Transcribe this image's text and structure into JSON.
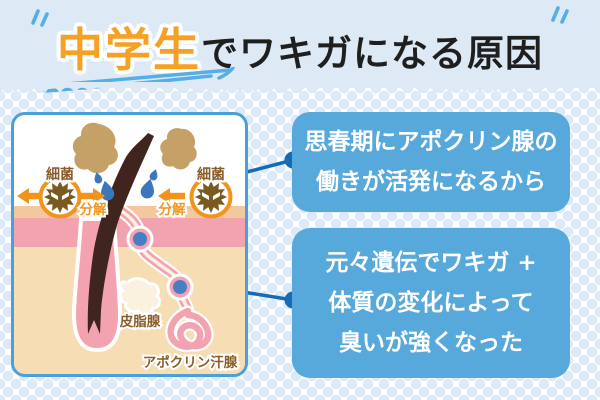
{
  "title": {
    "highlight": "中学生",
    "rest": "でワキガになる原因"
  },
  "diagram": {
    "labels": {
      "bacteria_left": "細菌",
      "bacteria_right": "細菌",
      "decompose_left": "分解",
      "decompose_right": "分解",
      "sebaceous_gland": "皮脂腺",
      "apocrine_gland": "アポクリン汗腺"
    }
  },
  "callouts": [
    {
      "lines": [
        "思春期にアポクリン腺の",
        "働きが活発になるから"
      ]
    },
    {
      "lines": [
        "元々遺伝でワキガ +",
        "体質の変化によって",
        "臭いが強くなった"
      ]
    }
  ],
  "colors": {
    "header_bg": "#dde9f4",
    "polka_dot": "#dbe9f8",
    "highlight_orange": "#f5a126",
    "title_black": "#1f1f1f",
    "underline_blue": "#55aee6",
    "panel_border": "#4aa0d8",
    "callout_blue": "#57a8db",
    "connector_blue": "#176bb4",
    "arrow_orange": "#f1941d",
    "bacteria_brown": "#7a5a1e",
    "label_brown": "#8a5c2a",
    "skin_pink": "#f2a3af",
    "skin_peach": "#f4c89e",
    "skin_beige": "#f6ddb4",
    "hair_brown": "#40251f",
    "droplet_blue": "#3c76bd",
    "duct_dot_blue": "#4a7ec4",
    "smell_tan": "#c6a167",
    "cream": "#fbf1df"
  }
}
